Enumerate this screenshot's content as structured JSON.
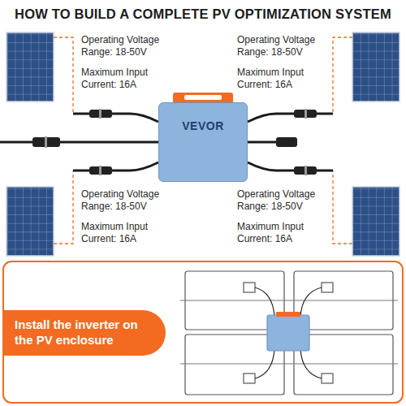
{
  "diagram": {
    "title": "HOW TO BUILD A COMPLETE PV OPTIMIZATION SYSTEM",
    "nodes": [
      {
        "text": [
          "VEVOR"
        ]
      },
      {
        "text": [
          "Install the inverter on the PV enclosure"
        ]
      }
    ],
    "labels": [
      "Operating Voltage Range: 18-50V",
      "Operating Voltage Range: 18-50V",
      "Maximum Input Current: 16A",
      "Maximum Input Current: 16A",
      "Operating Voltage Range: 18-50V",
      "Operating Voltage Range: 18-50V",
      "Maximum Input Current: 16A",
      "Maximum Input Current: 16A"
    ]
  }
}
